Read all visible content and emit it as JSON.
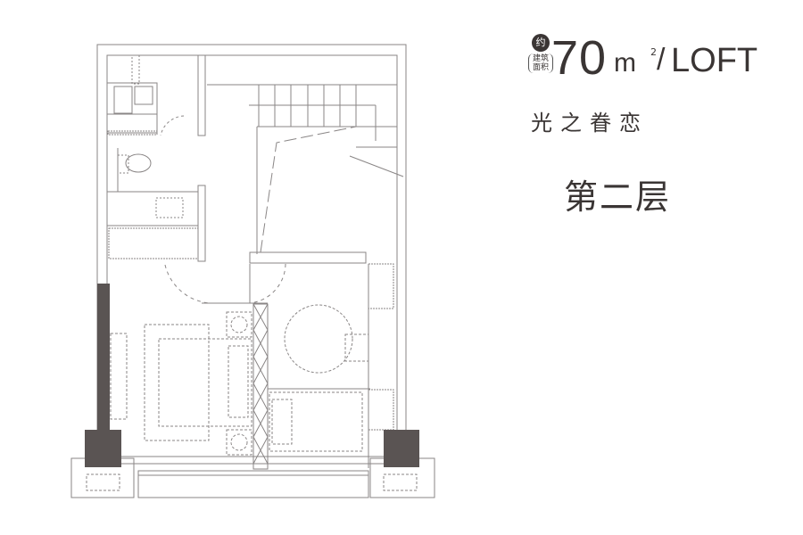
{
  "header": {
    "area_prefix": "约",
    "area_label": "建筑面积",
    "area_value": "70",
    "area_unit": "m",
    "area_sup": "2",
    "separator": "/",
    "type_name": "LOFT",
    "project_name": "光之眷恋",
    "floor_name": "第二层"
  },
  "colors": {
    "line": "#8a8686",
    "wall_fill": "#5a5453",
    "text": "#3a3534"
  }
}
